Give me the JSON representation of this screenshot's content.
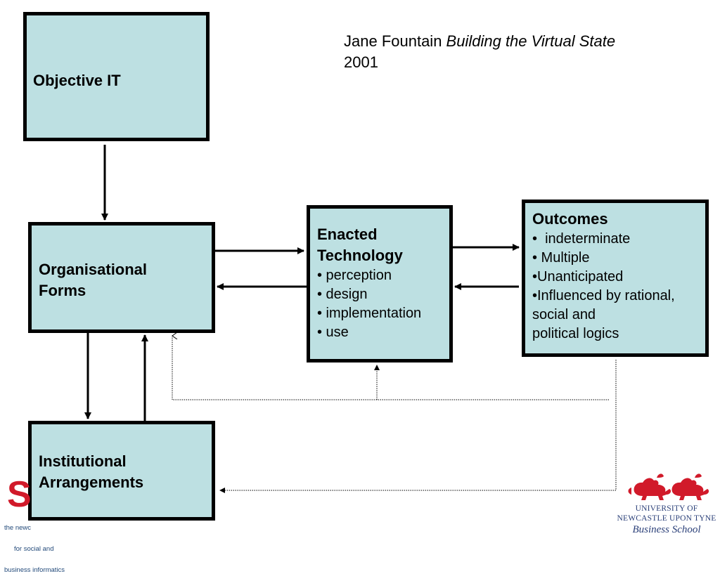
{
  "citation": {
    "author": "Jane Fountain ",
    "title": "Building the Virtual State",
    "year": " 2001"
  },
  "boxes": {
    "objective_it": {
      "title": "Objective IT"
    },
    "organisational_forms": {
      "title_line1": "Organisational",
      "title_line2": "Forms"
    },
    "institutional_arrangements": {
      "title_line1": "Institutional",
      "title_line2": "Arrangements"
    },
    "enacted_technology": {
      "title_line1": "Enacted",
      "title_line2": "Technology",
      "items": [
        "• perception",
        "• design",
        "• implementation",
        "• use"
      ]
    },
    "outcomes": {
      "title": "Outcomes",
      "items": [
        "•  indeterminate",
        "• Multiple",
        "•Unanticipated",
        "•Influenced by rational,",
        "social and",
        "political logics"
      ]
    }
  },
  "logos": {
    "left": {
      "letter": "S",
      "text_lines": [
        "the newc",
        "for social and",
        "business informatics"
      ]
    },
    "right": {
      "line1": "UNIVERSITY OF",
      "line2": "NEWCASTLE UPON TYNE",
      "line3": "Business School"
    }
  },
  "colors": {
    "box_fill": "#bde0e2",
    "box_border": "#000000",
    "logo_red": "#d11a2a",
    "logo_blue": "#2a3f78"
  }
}
